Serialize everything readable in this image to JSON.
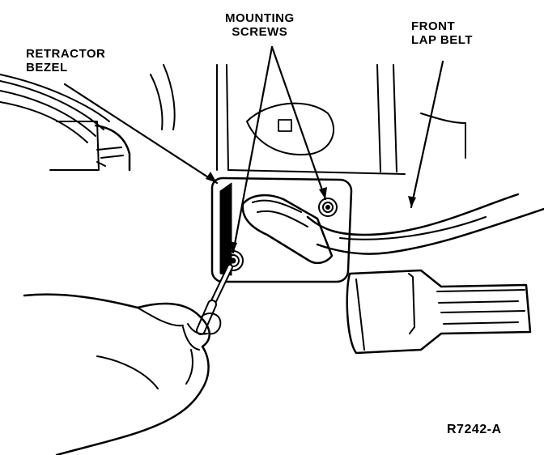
{
  "labels": {
    "retractor_bezel": [
      "RETRACTOR",
      "BEZEL"
    ],
    "mounting_screws": [
      "MOUNTING",
      "SCREWS"
    ],
    "front_lap_belt": [
      "FRONT",
      "LAP BELT"
    ]
  },
  "figure_id": "R7242-A",
  "colors": {
    "ink": "#000000",
    "paper": "#ffffff"
  }
}
